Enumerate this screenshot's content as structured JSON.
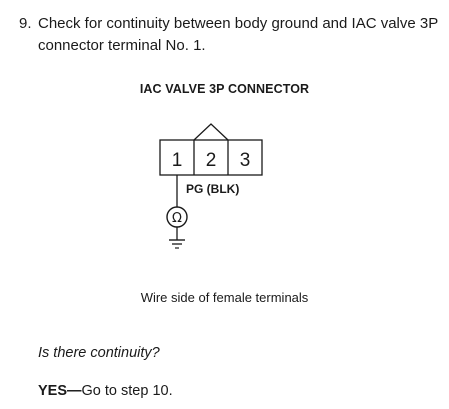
{
  "step": {
    "number": "9.",
    "text": "Check for continuity between body ground and IAC valve 3P connector terminal No. 1."
  },
  "diagram": {
    "title": "IAC VALVE 3P CONNECTOR",
    "terminals": [
      "1",
      "2",
      "3"
    ],
    "wire_label": "PG (BLK)",
    "meter_symbol": "Ω",
    "caption": "Wire side of female terminals"
  },
  "question": "Is there continuity?",
  "answer": {
    "yes_label": "YES",
    "dash": "—",
    "text": "Go to step 10."
  }
}
